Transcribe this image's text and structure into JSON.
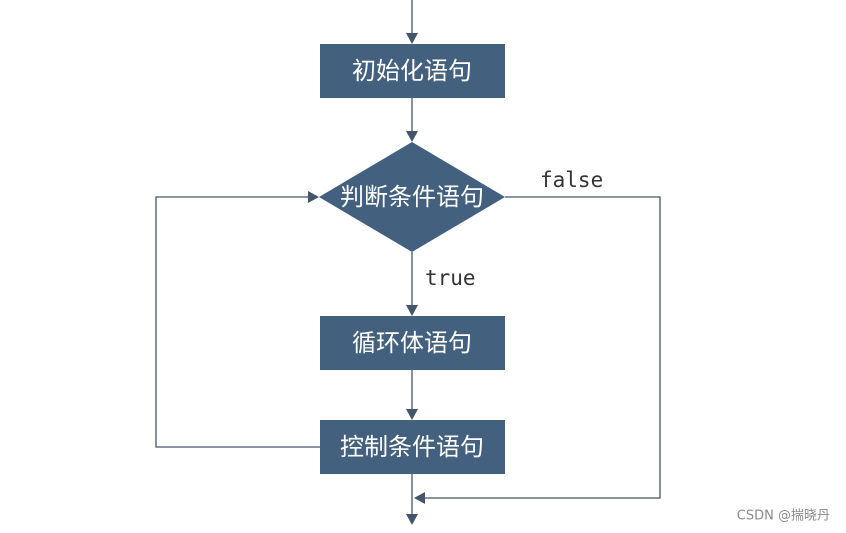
{
  "diagram": {
    "nodes": {
      "init": {
        "label": "初始化语句"
      },
      "condition": {
        "label": "判断条件语句"
      },
      "body": {
        "label": "循环体语句"
      },
      "control": {
        "label": "控制条件语句"
      }
    },
    "edges": {
      "true_label": "true",
      "false_label": "false"
    }
  },
  "watermark": "CSDN @揣晓丹",
  "colors": {
    "node_fill": "#44607f",
    "line": "#44546a",
    "node_text": "#ffffff"
  }
}
